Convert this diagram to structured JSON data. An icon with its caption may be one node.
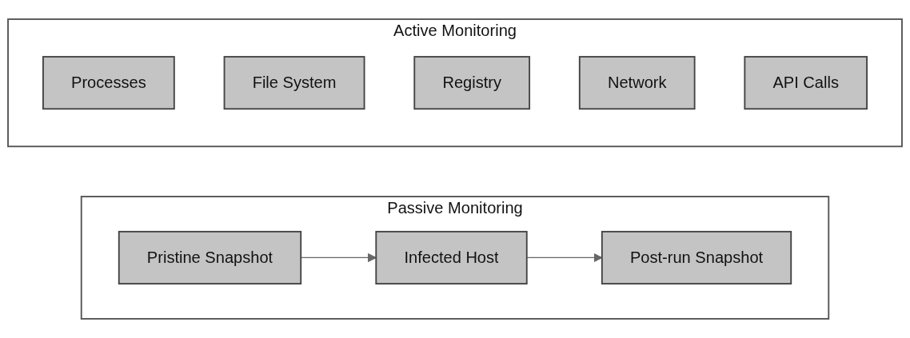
{
  "diagram": {
    "nodes": [
      {
        "text": [
          "Active Monitoring"
        ]
      },
      {
        "text": [
          "Processes"
        ],
        "in": 0
      },
      {
        "text": [
          "File System"
        ],
        "in": 0
      },
      {
        "text": [
          "Registry"
        ],
        "in": 0
      },
      {
        "text": [
          "Network"
        ],
        "in": 0
      },
      {
        "text": [
          "API Calls"
        ],
        "in": 0
      },
      {
        "text": [
          "Passive Monitoring"
        ]
      },
      {
        "text": [
          "Pristine Snapshot"
        ],
        "in": 6
      },
      {
        "text": [
          "Infected Host"
        ],
        "in": 6
      },
      {
        "text": [
          "Post-run Snapshot"
        ],
        "in": 6
      }
    ],
    "edges": [
      {
        "from": 7,
        "to": 8,
        "arrow": "to"
      },
      {
        "from": 8,
        "to": 9,
        "arrow": "to"
      }
    ]
  }
}
